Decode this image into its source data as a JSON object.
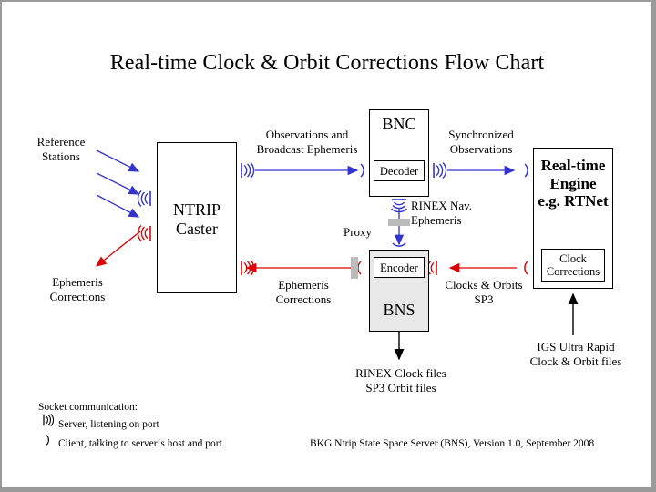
{
  "title": "Real-time Clock & Orbit Corrections Flow Chart",
  "colors": {
    "blue": "#3333cc",
    "red": "#dd0000",
    "black": "#000000",
    "box_fill": "#e8e8e8",
    "border": "#9a9a9a"
  },
  "boxes": {
    "ntrip_caster": {
      "line1": "NTRIP",
      "line2": "Caster"
    },
    "bnc": {
      "title": "BNC",
      "sub": "Decoder"
    },
    "bns": {
      "title": "BNS",
      "sub": "Encoder"
    },
    "realtime_engine": {
      "line1": "Real-time",
      "line2": "Engine",
      "line3": "e.g. RTNet",
      "sub_line1": "Clock",
      "sub_line2": "Corrections"
    }
  },
  "labels": {
    "reference_stations": "Reference\nStations",
    "ephemeris_corrections_left": "Ephemeris\nCorrections",
    "observations_broadcast": "Observations and\nBroadcast Ephemeris",
    "synchronized_observations": "Synchronized\nObservations",
    "rinex_nav_ephemeris": "RINEX Nav.\nEphemeris",
    "proxy": "Proxy",
    "ephemeris_corrections_mid": "Ephemeris\nCorrections",
    "clocks_orbits": "Clocks & Orbits\nSP3",
    "rinex_clock_files": "RINEX Clock files\nSP3 Orbit files",
    "igs_files": "IGS Ultra Rapid\nClock & Orbit files"
  },
  "legend": {
    "title": "Socket communication:",
    "server": "Server, listening on port",
    "client": "Client, talking to server‘s host and port",
    "server_icon": "socket-server-icon",
    "client_icon": "socket-client-icon"
  },
  "footer": "BKG Ntrip State Space Server  (BNS), Version 1.0, September 2008",
  "chart_data": {
    "type": "diagram",
    "nodes": [
      {
        "id": "reference-stations",
        "label": "Reference Stations",
        "kind": "text"
      },
      {
        "id": "ntrip-caster",
        "label": "NTRIP Caster",
        "kind": "box"
      },
      {
        "id": "bnc",
        "label": "BNC",
        "kind": "box",
        "contains": "Decoder"
      },
      {
        "id": "bns",
        "label": "BNS",
        "kind": "box",
        "contains": "Encoder"
      },
      {
        "id": "realtime-engine",
        "label": "Real-time Engine e.g. RTNet",
        "kind": "box",
        "contains": "Clock Corrections"
      }
    ],
    "edges": [
      {
        "from": "reference-stations",
        "to": "ntrip-caster",
        "label": "",
        "color": "blue"
      },
      {
        "from": "ntrip-caster",
        "to": "ephemeris-corrections-left",
        "label": "Ephemeris Corrections",
        "color": "red"
      },
      {
        "from": "ntrip-caster",
        "to": "bnc",
        "label": "Observations and Broadcast Ephemeris",
        "color": "blue"
      },
      {
        "from": "bnc",
        "to": "realtime-engine",
        "label": "Synchronized Observations",
        "color": "blue"
      },
      {
        "from": "bnc",
        "to": "bns",
        "label": "RINEX Nav. Ephemeris",
        "color": "blue",
        "via": "Proxy"
      },
      {
        "from": "realtime-engine",
        "to": "bns",
        "label": "Clocks & Orbits SP3",
        "color": "red"
      },
      {
        "from": "bns",
        "to": "ntrip-caster",
        "label": "Ephemeris Corrections",
        "color": "red",
        "via": "Proxy"
      },
      {
        "from": "bns",
        "to": "rinex-clock-files",
        "label": "RINEX Clock files SP3 Orbit files",
        "color": "black"
      },
      {
        "from": "igs-files",
        "to": "realtime-engine",
        "label": "IGS Ultra Rapid Clock & Orbit files",
        "color": "black"
      }
    ]
  }
}
